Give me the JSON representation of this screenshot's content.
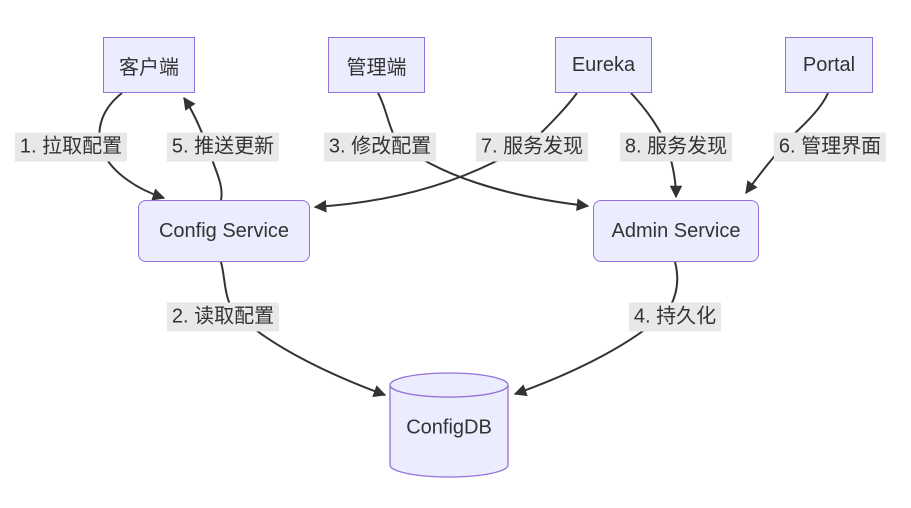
{
  "diagram": {
    "type": "flowchart",
    "direction": "top-down",
    "colors": {
      "node_fill": "#ECECFF",
      "node_border": "#9370DB",
      "text": "#333333",
      "edge_stroke": "#333333",
      "edge_label_bg": "#e8e8e8",
      "background": "#ffffff"
    },
    "nodes": [
      {
        "id": "client",
        "label": "客户端",
        "shape": "rect"
      },
      {
        "id": "management",
        "label": "管理端",
        "shape": "rect"
      },
      {
        "id": "eureka",
        "label": "Eureka",
        "shape": "rect"
      },
      {
        "id": "portal",
        "label": "Portal",
        "shape": "rect"
      },
      {
        "id": "config_service",
        "label": "Config Service",
        "shape": "rounded-rect"
      },
      {
        "id": "admin_service",
        "label": "Admin Service",
        "shape": "rounded-rect"
      },
      {
        "id": "configdb",
        "label": "ConfigDB",
        "shape": "cylinder"
      }
    ],
    "edges": [
      {
        "seq": 1,
        "from": "client",
        "to": "config_service",
        "label": "1. 拉取配置"
      },
      {
        "seq": 2,
        "from": "config_service",
        "to": "configdb",
        "label": "2. 读取配置"
      },
      {
        "seq": 3,
        "from": "management",
        "to": "admin_service",
        "label": "3. 修改配置"
      },
      {
        "seq": 4,
        "from": "admin_service",
        "to": "configdb",
        "label": "4. 持久化"
      },
      {
        "seq": 5,
        "from": "config_service",
        "to": "client",
        "label": "5. 推送更新"
      },
      {
        "seq": 6,
        "from": "portal",
        "to": "admin_service",
        "label": "6. 管理界面"
      },
      {
        "seq": 7,
        "from": "eureka",
        "to": "config_service",
        "label": "7. 服务发现"
      },
      {
        "seq": 8,
        "from": "eureka",
        "to": "admin_service",
        "label": "8. 服务发现"
      }
    ]
  }
}
